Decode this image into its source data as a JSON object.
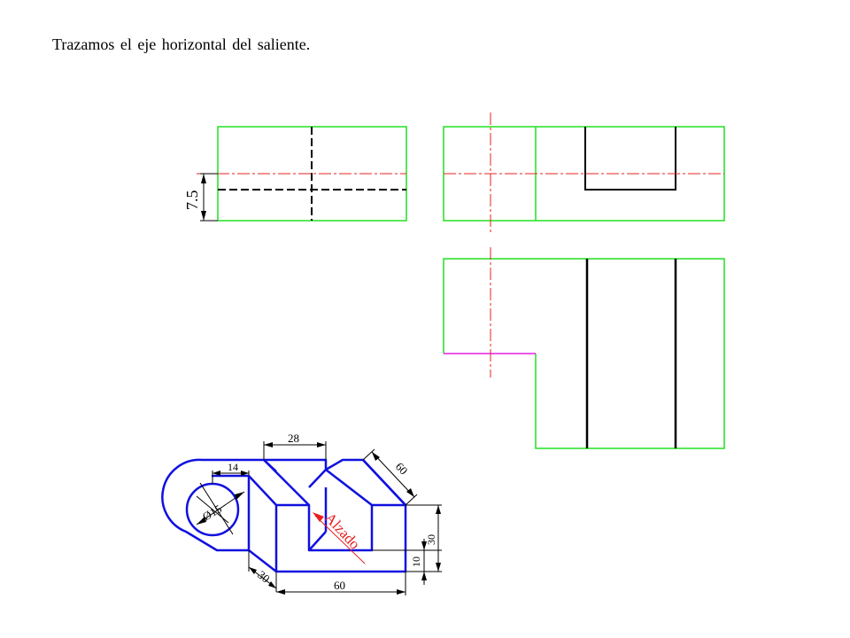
{
  "caption": "Trazamos el eje horizontal del saliente.",
  "top_view": {
    "dimension_label": "7.5"
  },
  "isometric": {
    "dimensions": {
      "d28": "28",
      "d14": "14",
      "d60_diag": "60",
      "d_hole": "Ø15",
      "d30_vert": "30",
      "d10": "10",
      "d30_diag": "30",
      "d60_bottom": "60"
    },
    "view_arrow_label": "Alzado"
  },
  "colors": {
    "outline": "#22e022",
    "axis": "#e82020",
    "hidden": "#000000",
    "iso_lines": "#1010e0",
    "highlight": "#e020e0",
    "arrow": "#e82020"
  }
}
